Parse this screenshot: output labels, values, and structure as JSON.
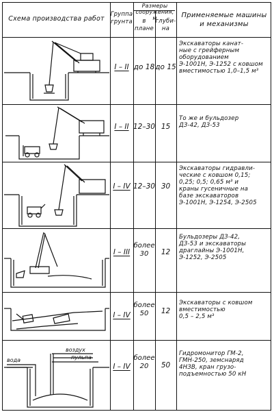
{
  "header": {
    "scheme": "Схема производства работ",
    "group_line1": "Группа",
    "group_line2": "грунта",
    "sizes_line1": "Размеры",
    "sizes_line2": "сооружения, м",
    "width_line1": "в",
    "width_line2": "плане",
    "depth_line1": "глуби-",
    "depth_line2": "на",
    "machines_line1": "Применяемые машины",
    "machines_line2": "и механизмы"
  },
  "rows": [
    {
      "group": "I – II",
      "width": "до 18",
      "depth": "до 15",
      "machines": "Экскаваторы канат-\nные с грейферным\nоборудованием\nЭ-1001Н, Э-1252 с ковшом\nвместимостью 1,0–1,5 м³"
    },
    {
      "group": "I – II",
      "width": "12–30",
      "depth": "15",
      "machines": "То же и бульдозер\nДЗ-42, ДЗ-53"
    },
    {
      "group": "I – IV",
      "width": "12–30",
      "depth": "30",
      "machines": "Экскаваторы гидравли-\nческие с ковшом 0,15;\n0,25; 0,5; 0,65 м³ и\nкраны гусеничные на\nбазе экскаваторов\nЭ-1001Н, Э-1254, Э-2505"
    },
    {
      "group": "I – III",
      "width": "более\n30",
      "depth": "12",
      "machines": "Бульдозеры ДЗ-42,\nДЗ-53 и экскаваторы\nдраглайны Э-1001Н,\nЭ-1252, Э-2505"
    },
    {
      "group": "I – IV",
      "width": "более\n50",
      "depth": "12",
      "machines": "Экскаваторы с ковшом\nвместимостью\n0,5 – 2,5 м³"
    },
    {
      "group": "I – IV",
      "width": "более\n20",
      "depth": "50",
      "machines": "Гидромонитор ГМ-2,\nГМН-250, земснаряд\n4НЗВ, кран грузо-\nподъемностью 50 кН"
    }
  ],
  "scheme_labels": {
    "water": "вода",
    "air": "воздух",
    "pulp": "пульпа"
  }
}
